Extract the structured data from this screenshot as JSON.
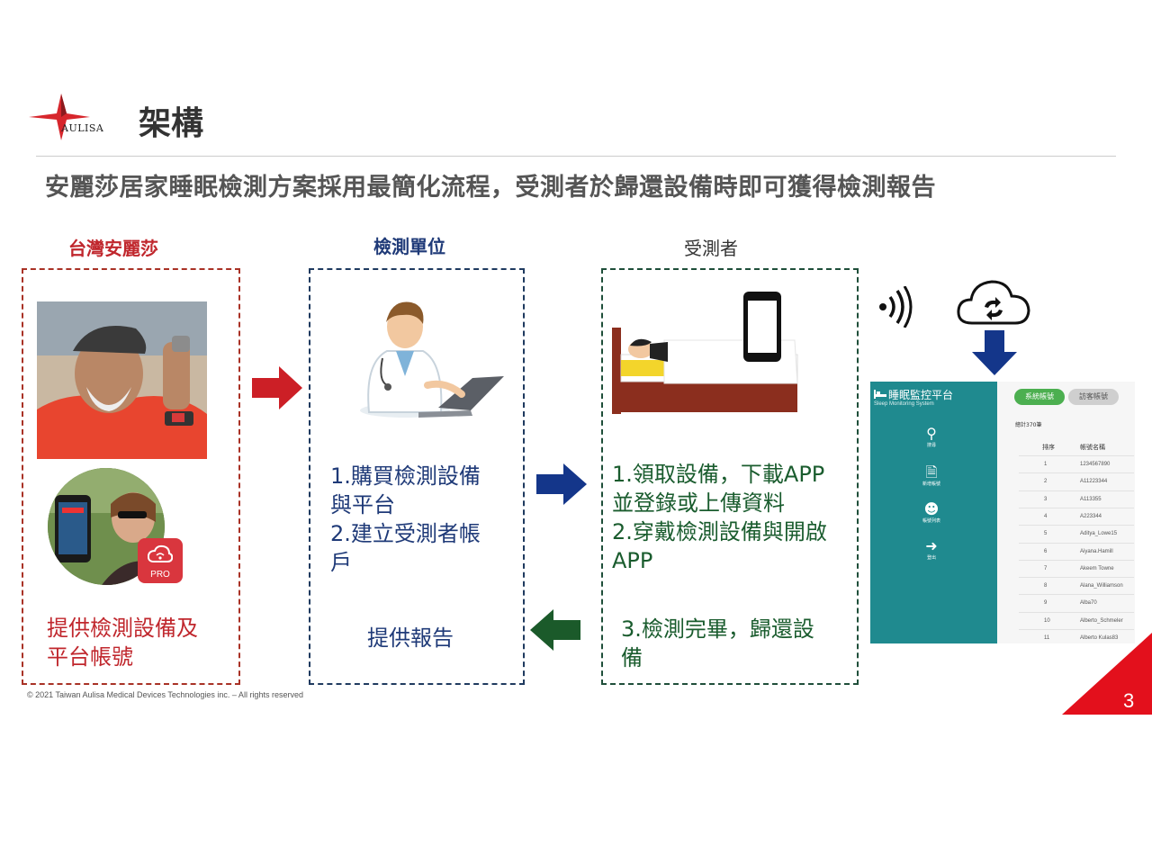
{
  "header": {
    "logo_text": "AULISA",
    "title": "架構",
    "subtitle": "安麗莎居家睡眠檢測方案採用最簡化流程，受測者於歸還設備時即可獲得檢測報告"
  },
  "columns": {
    "aulisa": {
      "heading": "台灣安麗莎",
      "desc_line1": "提供檢測設備及",
      "desc_line2": "平台帳號",
      "app_badge": "PRO"
    },
    "unit": {
      "heading": "檢測單位",
      "step_line1": "1.購買檢測設備",
      "step_line2": "與平台",
      "step_line3": "2.建立受測者帳",
      "step_line4": "戶",
      "report": "提供報告"
    },
    "subject": {
      "heading": "受測者",
      "step_line1": "1.領取設備，下載APP",
      "step_line2": "並登錄或上傳資料",
      "step_line3": "2.穿戴檢測設備與開啟",
      "step_line4": "APP",
      "return_line1": "3.檢測完畢，歸還設",
      "return_line2": "備"
    }
  },
  "dashboard": {
    "title": "睡眠監控平台",
    "subtitle": "Sleep Monitoring System",
    "sidebar": [
      {
        "icon": "search-icon",
        "label": "搜尋"
      },
      {
        "icon": "document-icon",
        "label": "新增帳號"
      },
      {
        "icon": "user-icon",
        "label": "帳號列表"
      },
      {
        "icon": "logout-icon",
        "label": "登出"
      }
    ],
    "tab_system": "系統帳號",
    "tab_visitor": "訪客帳號",
    "count": "總計370筆",
    "col_order": "排序",
    "col_account": "帳號名稱",
    "rows": [
      {
        "n": "1",
        "a": "1234567890"
      },
      {
        "n": "2",
        "a": "A11223344"
      },
      {
        "n": "3",
        "a": "A113355"
      },
      {
        "n": "4",
        "a": "A223344"
      },
      {
        "n": "5",
        "a": "Aditya_Lowe15"
      },
      {
        "n": "6",
        "a": "Aiyana.Hamill"
      },
      {
        "n": "7",
        "a": "Akeem Towne"
      },
      {
        "n": "8",
        "a": "Alana_Williamson"
      },
      {
        "n": "9",
        "a": "Alba70"
      },
      {
        "n": "10",
        "a": "Alberto_Schmeler"
      },
      {
        "n": "11",
        "a": "Alberto Kulas83"
      }
    ]
  },
  "footer": "© 2021 Taiwan Aulisa Medical Devices Technologies inc. – All rights reserved",
  "page_number": "3",
  "colors": {
    "red": "#c0272d",
    "blue": "#1f3a78",
    "green": "#1a5c2e",
    "teal": "#1f8a8f",
    "arrow_blue": "#14368a"
  }
}
